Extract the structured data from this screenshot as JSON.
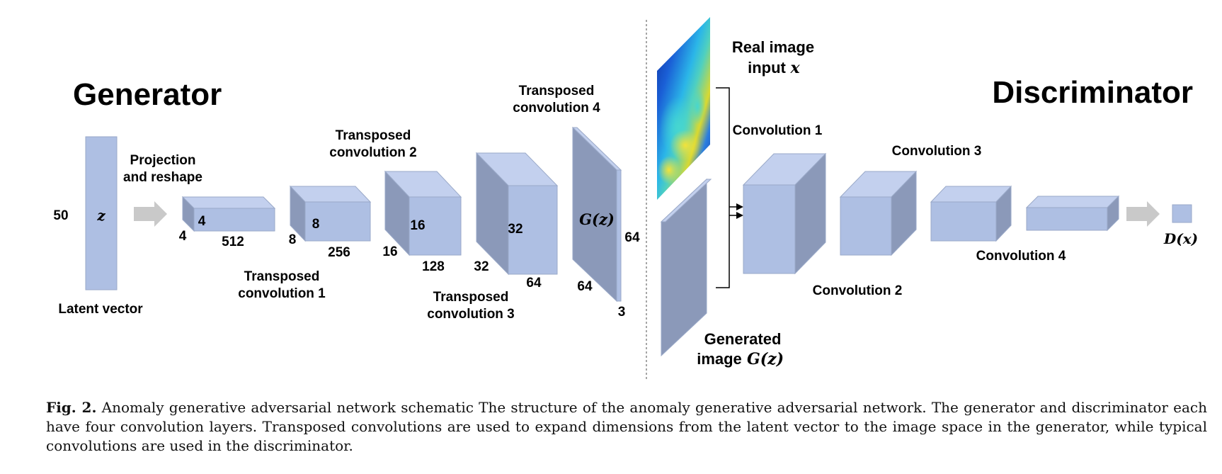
{
  "diagram": {
    "generator_title": "Generator",
    "discriminator_title": "Discriminator",
    "latent": {
      "symbol": "z",
      "size": "50",
      "label": "Latent vector"
    },
    "projection_label_1": "Projection",
    "projection_label_2": "and reshape",
    "gen_blocks": [
      {
        "h": "4",
        "w": "4",
        "d": "512"
      },
      {
        "h": "8",
        "w": "8",
        "d": "256"
      },
      {
        "h": "16",
        "w": "16",
        "d": "128"
      },
      {
        "h": "32",
        "w": "32",
        "d": "64"
      },
      {
        "h": "64",
        "w": "64",
        "d": "3"
      }
    ],
    "gen_layer_labels": [
      {
        "line1": "Transposed",
        "line2": "convolution 1"
      },
      {
        "line1": "Transposed",
        "line2": "convolution 2"
      },
      {
        "line1": "Transposed",
        "line2": "convolution 3"
      },
      {
        "line1": "Transposed",
        "line2": "convolution 4"
      }
    ],
    "gen_output": "G(z)",
    "real_input": {
      "line1": "Real image",
      "line2": "input",
      "symbol": "x"
    },
    "generated_input": {
      "line1": "Generated",
      "line2": "image",
      "symbol": "G(z)"
    },
    "disc_layer_labels": [
      "Convolution 1",
      "Convolution 2",
      "Convolution 3",
      "Convolution 4"
    ],
    "disc_output": "D(x)",
    "colors": {
      "block_front": "#aebfe3",
      "block_top": "#c3d0ee",
      "block_side": "#8b99b9",
      "arrow": "#c9c9c9",
      "divider": "#888888"
    }
  },
  "caption": {
    "label": "Fig. 2.",
    "text": "Anomaly generative adversarial network schematic The structure of the anomaly generative adversarial network. The generator and discriminator each have four convolution layers. Transposed convolutions are used to expand dimensions from the latent vector to the image space in the generator, while typical convolutions are used in the discriminator."
  }
}
